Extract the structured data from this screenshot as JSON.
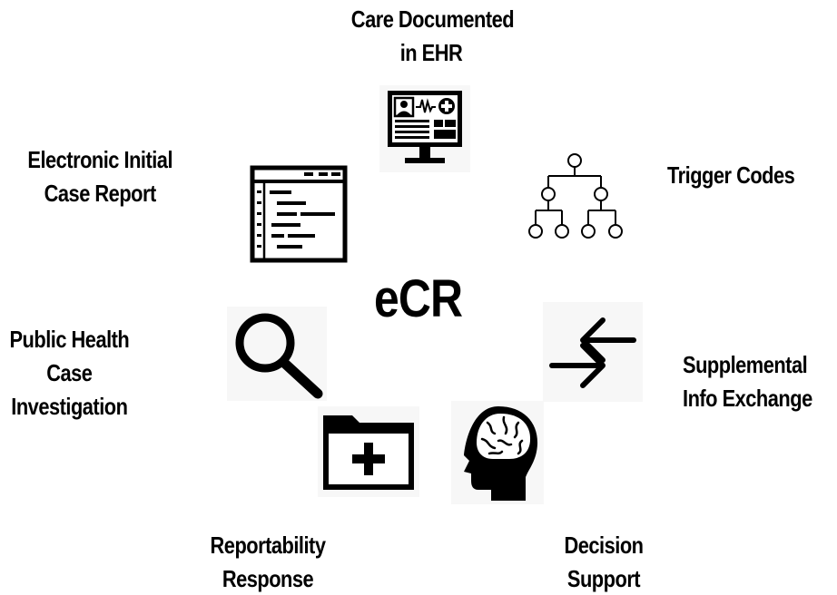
{
  "diagram": {
    "center": "eCR",
    "steps": [
      {
        "id": "care-documented",
        "lines": [
          "Care Documented",
          "in EHR"
        ],
        "icon": "ehr-monitor-icon"
      },
      {
        "id": "trigger-codes",
        "lines": [
          "Trigger Codes"
        ],
        "icon": "hierarchy-tree-icon"
      },
      {
        "id": "supplemental-info",
        "lines": [
          "Supplemental",
          "Info Exchange"
        ],
        "icon": "exchange-arrows-icon"
      },
      {
        "id": "decision-support",
        "lines": [
          "Decision",
          "Support"
        ],
        "icon": "brain-head-icon"
      },
      {
        "id": "reportability-response",
        "lines": [
          "Reportability",
          "Response"
        ],
        "icon": "medical-folder-icon"
      },
      {
        "id": "public-health",
        "lines": [
          "Public Health",
          "Case",
          "Investigation"
        ],
        "icon": "magnifier-icon"
      },
      {
        "id": "eicr",
        "lines": [
          "Electronic Initial",
          "Case Report"
        ],
        "icon": "document-window-icon"
      }
    ]
  },
  "colors": {
    "text": "#000000",
    "icon_bg": "#f7f7f7",
    "background": "#ffffff"
  }
}
